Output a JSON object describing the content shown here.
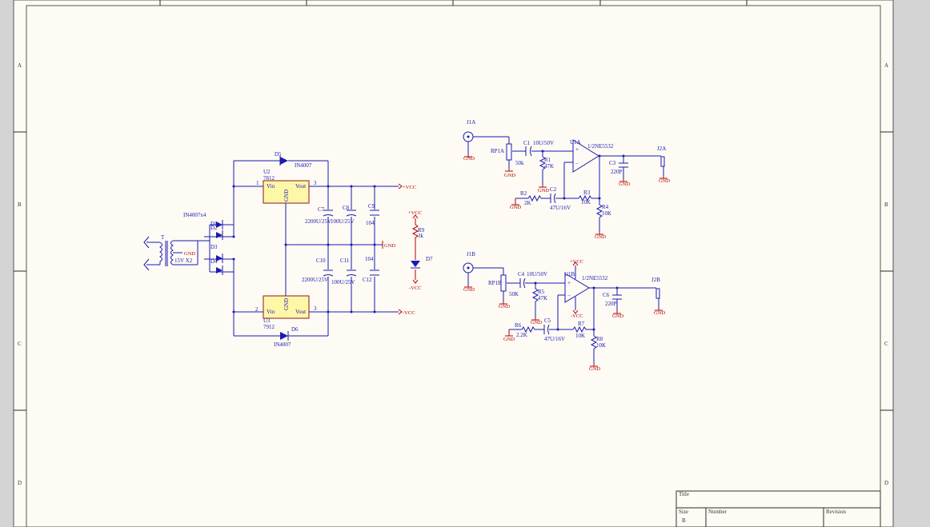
{
  "frame": {
    "zone_letters": [
      "A",
      "B",
      "C",
      "D"
    ],
    "title_block": {
      "title_label": "Title",
      "size_label": "Size",
      "size_value": "B",
      "number_label": "Number",
      "revision_label": "Revision"
    }
  },
  "colors": {
    "wire": "#1a1ab4",
    "power_net": "#b40000",
    "ic_fill": "#fff7a8",
    "sheet_bg": "#fdfbf3"
  },
  "power_supply": {
    "transformer": {
      "ref": "T",
      "spec": "15V X2",
      "tap": "GND"
    },
    "bridge": {
      "label": "IN4007x4",
      "diodes": [
        "D1",
        "D2",
        "D3",
        "D4"
      ]
    },
    "reg_pos": {
      "ref": "U2",
      "part": "7812",
      "pin_in": "1",
      "pin_out": "3",
      "vin": "Vin",
      "vout": "Vout",
      "gnd": "GND"
    },
    "reg_neg": {
      "ref": "U3",
      "part": "7912",
      "pin_in": "2",
      "pin_out": "3",
      "vin": "Vin",
      "vout": "Vout",
      "gnd": "GND"
    },
    "d5": {
      "ref": "D5",
      "part": "IN4007"
    },
    "d6": {
      "ref": "D6",
      "part": "IN4007"
    },
    "c7": {
      "ref": "C7",
      "value": "2200U/25V"
    },
    "c8": {
      "ref": "C8",
      "value": "100U/25V"
    },
    "c9": {
      "ref": "C9",
      "value": "104"
    },
    "c10": {
      "ref": "C10",
      "value": "2200U/25V"
    },
    "c11": {
      "ref": "C11",
      "value": "100U/25V"
    },
    "c12": {
      "ref": "C12",
      "value": "104"
    },
    "net_vcc": "+VCC",
    "net_nvcc": "-VCC",
    "net_gnd": "GND",
    "led": {
      "r_ref": "R9",
      "r_value": "3k",
      "d_ref": "D7"
    }
  },
  "channel_a": {
    "jack_in": "J1A",
    "pot": "RP1A",
    "pot_value": "50k",
    "c_in": "C1",
    "c_in_value": "10U/50V",
    "r1": "R1",
    "r1_value": "47K",
    "opamp": "U1A",
    "opamp_part": "1/2NE5532",
    "c2": "C2",
    "c2_value": "47U/16V",
    "r2": "R2",
    "r2_value": "2K",
    "r3": "R3",
    "r3_value": "10K",
    "r4": "R4",
    "r4_value": "10K",
    "c3": "C3",
    "c3_value": "220P",
    "jack_out": "J2A"
  },
  "channel_b": {
    "jack_in": "J1B",
    "pot": "RP1B",
    "pot_value": "50K",
    "c_in": "C4",
    "c_in_value": "10U/50V",
    "r5": "R5",
    "r5_value": "47K",
    "opamp": "U1B",
    "opamp_part": "1/2NE5532",
    "c5": "C5",
    "c5_value": "47U/16V",
    "r6": "R6",
    "r6_value": "2.2K",
    "r7": "R7",
    "r7_value": "10K",
    "r8": "R8",
    "r8_value": "10K",
    "c6": "C6",
    "c6_value": "220P",
    "jack_out": "J2B",
    "vcc": "+VCC",
    "nvcc": "-VCC"
  }
}
